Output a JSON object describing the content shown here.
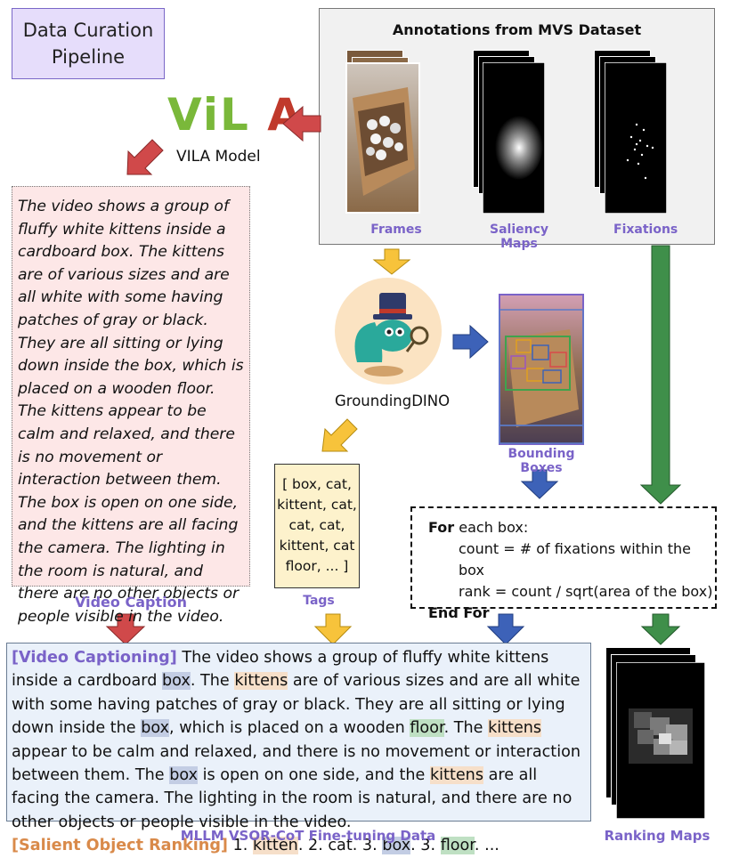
{
  "title": "Data Curation Pipeline",
  "annotations": {
    "title": "Annotations from MVS Dataset",
    "frames_label": "Frames",
    "saliency_label": "Saliency Maps",
    "fixations_label": "Fixations"
  },
  "vila": {
    "logo_text": "ViLA",
    "label": "VILA Model"
  },
  "grounding": {
    "label": "GroundingDINO",
    "bbox_label": "Bounding Boxes"
  },
  "video_caption": {
    "text": "The video shows a group of fluffy white kittens inside a cardboard box. The kittens are of various sizes and are all white with some having patches of gray or black. They are all sitting or lying down inside the box, which is placed on a wooden floor. The kittens appear to be calm and relaxed, and there is no movement or interaction between them. The box is open on one side, and the kittens are all facing the camera. The lighting in the room is natural, and there are no other objects or people visible in the video.",
    "label": "Video Caption"
  },
  "tags": {
    "lines": [
      "[ box, cat,",
      "kittent, cat,",
      "cat, cat,",
      "kittent, cat",
      "floor, ... ]"
    ],
    "label": "Tags"
  },
  "algorithm": {
    "line1_kw": "For",
    "line1_rest": " each box:",
    "line2": "count = # of fixations within the box",
    "line3": "rank = count / sqrt(area of the box)",
    "line4": "End For"
  },
  "ranking_label": "Ranking Maps",
  "final": {
    "label": "MLLM VSOR-CoT Fine-tuning Data",
    "tag1": "[Video Captioning]",
    "t1": " The video shows a group of fluffy white kittens inside a cardboard ",
    "w_box": "box",
    "t2": ". The ",
    "w_kittens": "kittens",
    "t3": " are of various sizes and are all white with some having patches of gray or black. They are all sitting or lying down inside the ",
    "t4": ", which is placed on a wooden ",
    "w_floor": "floor",
    "t5": ". The ",
    "t6": " appear to be calm and relaxed, and there is no movement or interaction between them. The ",
    "t7": " is open on one side, and the ",
    "t8": " are all facing the camera. The lighting in the room is natural, and there are no other objects or people visible in the video.",
    "tag2": "[Salient Object Ranking]",
    "r0": " 1. ",
    "w_kitten": "kitten",
    "r1": ". 2. cat. 3. ",
    "r2": ". 3. ",
    "r3": ". ..."
  },
  "colors": {
    "red_arrow": "#d0494a",
    "yellow_arrow": "#f7c33b",
    "blue_arrow": "#3d62b8",
    "green_arrow": "#3f8f4a",
    "purple": "#7a63c8"
  }
}
